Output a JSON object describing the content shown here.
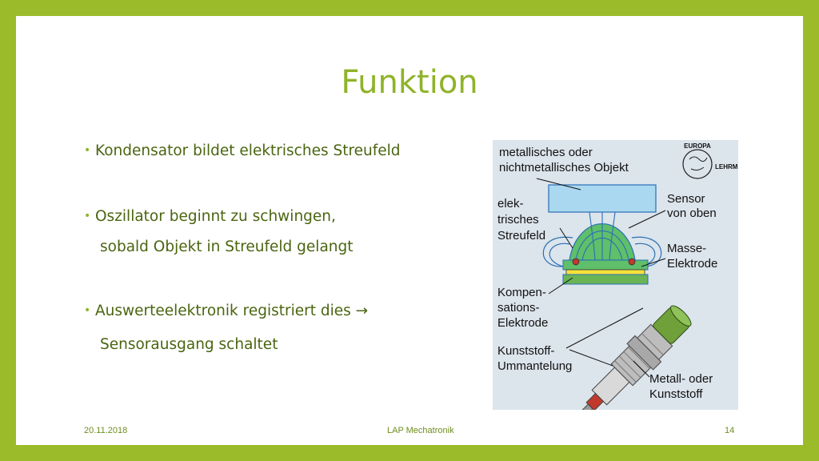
{
  "slide": {
    "title": "Funktion",
    "bullets": [
      {
        "text": "Kondensator bildet elektrisches Streufeld"
      },
      {
        "text": "Oszillator beginnt zu schwingen,",
        "continuation": "sobald Objekt in Streufeld gelangt"
      },
      {
        "text": "Auswerteelektronik registriert dies →",
        "continuation": "Sensorausgang schaltet"
      }
    ],
    "bullet_glyph": "•"
  },
  "figure": {
    "labels": {
      "object_line1": "metallisches oder",
      "object_line2": "nichtmetallisches Objekt",
      "field_line1": "elek-",
      "field_line2": "trisches",
      "field_line3": "Streufeld",
      "sensor_line1": "Sensor",
      "sensor_line2": "von oben",
      "ground_line1": "Masse-",
      "ground_line2": "Elektrode",
      "comp_line1": "Kompen-",
      "comp_line2": "sations-",
      "comp_line3": "Elektrode",
      "plastic_line1": "Kunststoff-",
      "plastic_line2": "Ummantelung",
      "housing_line1": "Metall- oder",
      "housing_line2": "Kunststoff"
    },
    "logo": {
      "top": "EUROPA",
      "bottom": "LEHRMITTEL"
    }
  },
  "footer": {
    "date": "20.11.2018",
    "center": "LAP Mechatronik",
    "page": "14"
  },
  "colors": {
    "frame": "#9bbb2a",
    "title": "#8fb32a",
    "text": "#4a6510",
    "figure_bg": "#dce4ec",
    "object": "#a9d8f0",
    "field": "#5fbf6a",
    "sensor_body": "#6fa03a"
  }
}
